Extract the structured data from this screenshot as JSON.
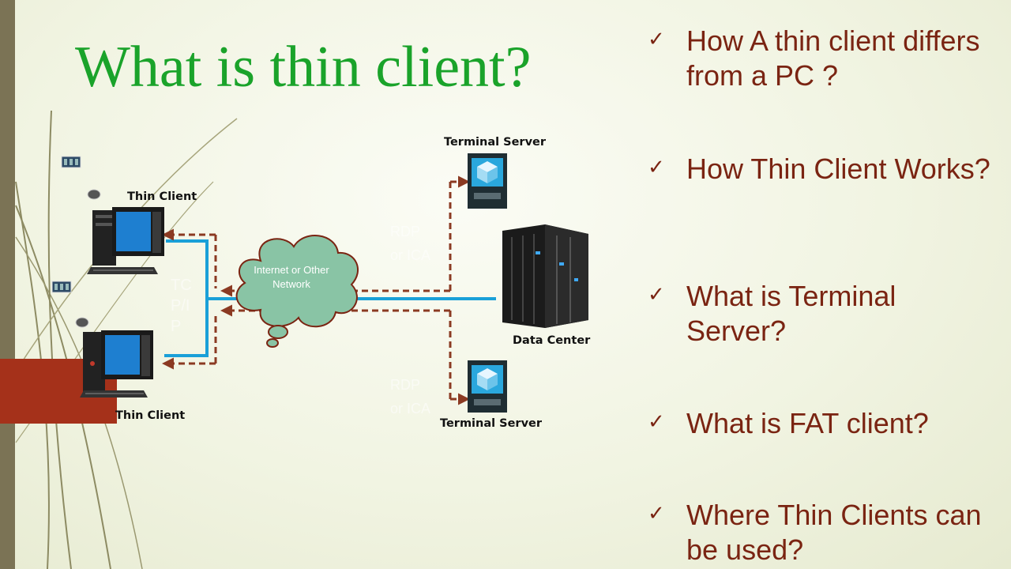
{
  "slide": {
    "title": "What is thin client?",
    "colors": {
      "title": "#1aa32a",
      "bullet_text": "#7a2412",
      "accent": "#a5311a",
      "network_line": "#1aa0d8",
      "dashed_arrow": "#8b3a22"
    }
  },
  "diagram": {
    "labels": {
      "terminal_server_top": "Terminal Server",
      "terminal_server_bottom": "Terminal Server",
      "thin_client_top": "Thin Client",
      "thin_client_bottom": "Thin Client",
      "data_center": "Data Center",
      "cloud": "Internet or Other Network"
    },
    "faint_labels": {
      "tcpip": "TC\nP/I\nP",
      "rdp_top": "RDP\nor ICA",
      "rdp_bottom": "RDP\nor ICA"
    }
  },
  "bullets": [
    {
      "icon": "check-icon",
      "text": "How A thin client differs from a PC ?"
    },
    {
      "icon": "check-icon",
      "text": "How Thin Client Works?"
    },
    {
      "icon": "check-icon",
      "text": "What is Terminal Server?"
    },
    {
      "icon": "check-icon",
      "text": "What is FAT client?"
    },
    {
      "icon": "check-icon",
      "text": "Where Thin Clients can be used?"
    }
  ]
}
